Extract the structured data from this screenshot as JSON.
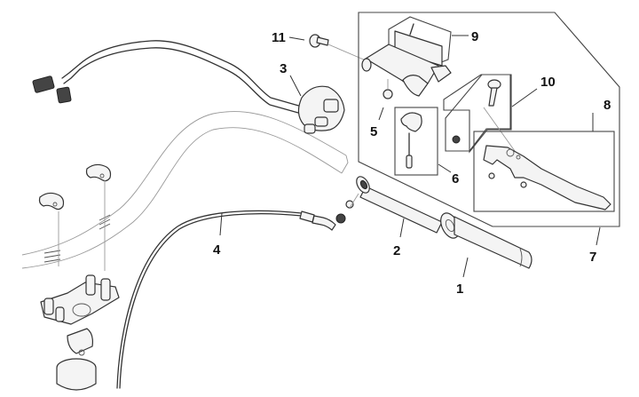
{
  "diagram": {
    "type": "exploded-parts-diagram",
    "subject": "Motorcycle handlebar assembly with right-hand switch, throttle grip, cable and front brake lever / master cylinder",
    "callouts": [
      {
        "number": "1",
        "part": "handlebar grip"
      },
      {
        "number": "2",
        "part": "throttle grip sleeve"
      },
      {
        "number": "3",
        "part": "right-hand switch assembly with wiring harness"
      },
      {
        "number": "4",
        "part": "throttle cable"
      },
      {
        "number": "5",
        "part": "bushing / spacer"
      },
      {
        "number": "6",
        "part": "master cylinder clamp with screw"
      },
      {
        "number": "7",
        "part": "brake master cylinder assembly (group)"
      },
      {
        "number": "8",
        "part": "brake lever"
      },
      {
        "number": "9",
        "part": "master cylinder reservoir cover with screw"
      },
      {
        "number": "10",
        "part": "lever pivot bolt and nut"
      },
      {
        "number": "11",
        "part": "banjo bolt"
      }
    ]
  }
}
